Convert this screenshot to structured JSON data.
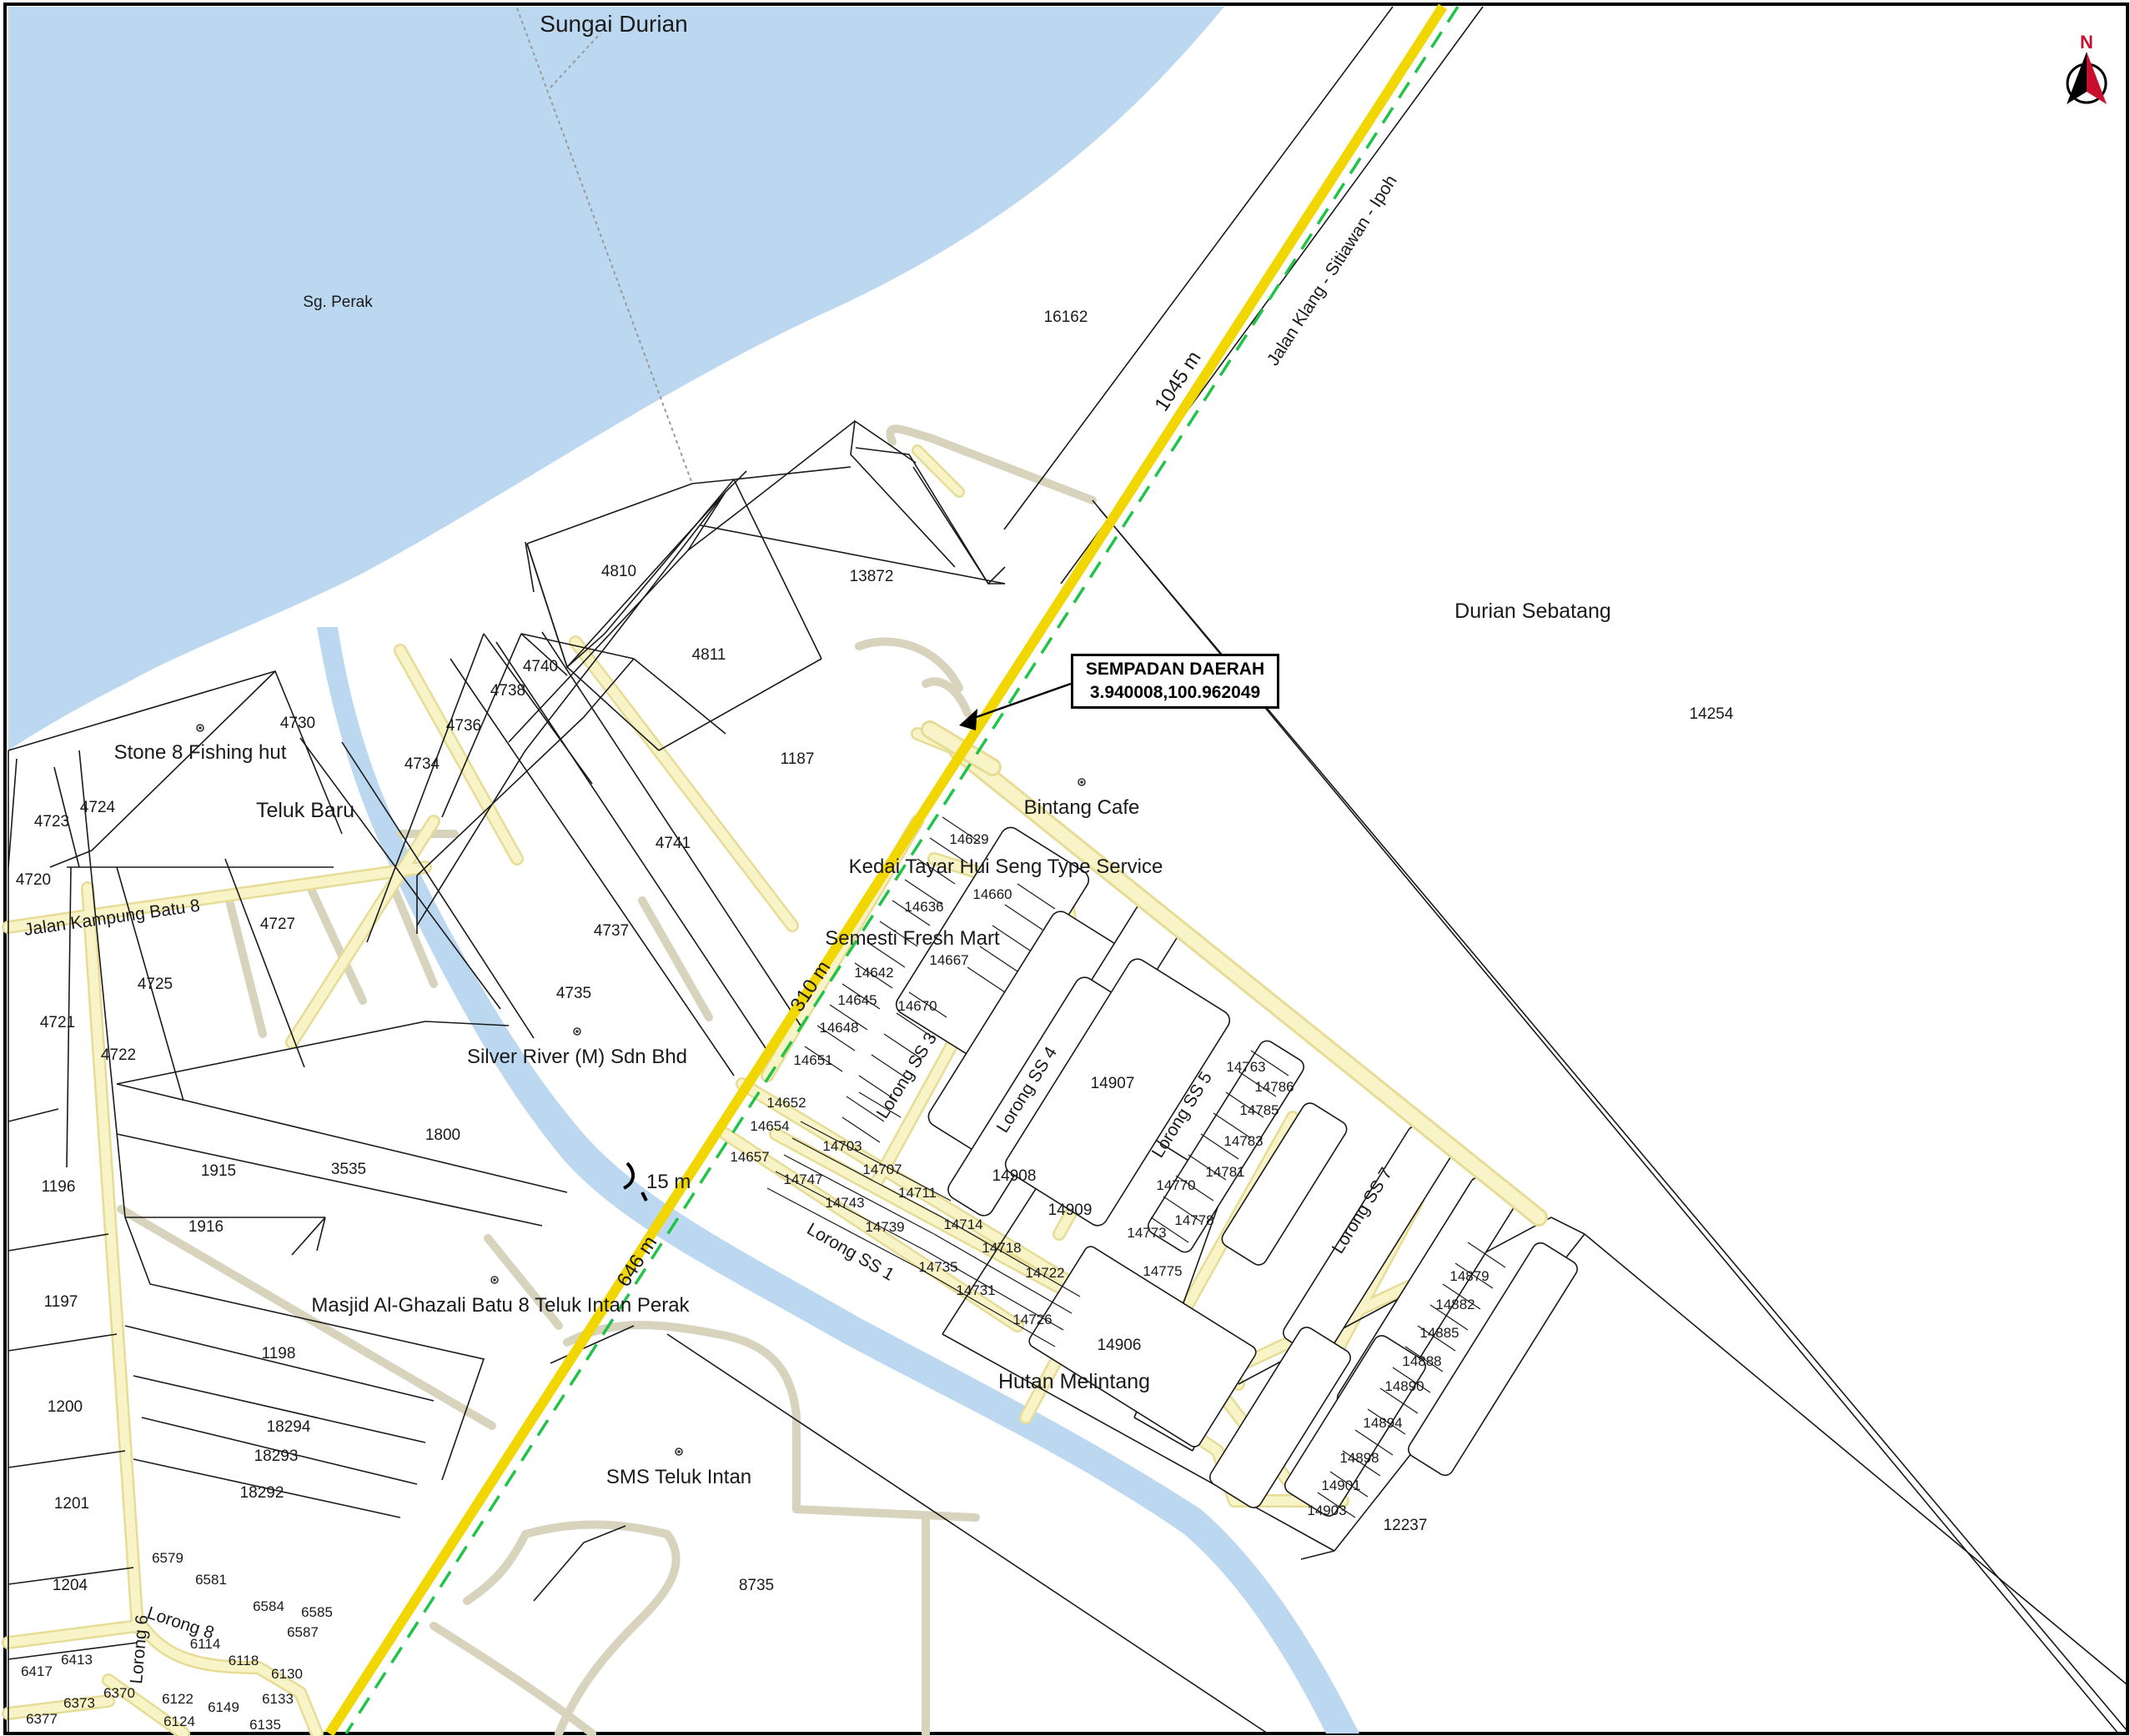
{
  "north": {
    "label": "N"
  },
  "callout": {
    "line1": "SEMPADAN DAERAH",
    "line2": "3.940008,100.962049"
  },
  "water": {
    "top": "Sungai Durian",
    "river": "Sg. Perak"
  },
  "places": {
    "durian_sebatang": "Durian Sebatang",
    "teluk_baru": "Teluk Baru",
    "hutan_melintang": "Hutan Melintang"
  },
  "roads": {
    "main": "Jalan Klang - Sitiawan - Ipoh",
    "kampung": "Jalan Kampung Batu 8",
    "ss1": "Lorong SS 1",
    "ss3": "Lorong SS 3",
    "ss4": "Lorong SS 4",
    "ss5": "Lorong SS 5",
    "ss7": "Lorong SS 7",
    "l6": "Lorong 6",
    "l8": "Lorong 8"
  },
  "distances": {
    "d1045": "1045 m",
    "d310": "310 m",
    "d15": "15 m",
    "d646": "646 m"
  },
  "pois": {
    "fishing": "Stone 8 Fishing hut",
    "bintang": "Bintang Cafe",
    "kedai": "Kedai Tayar Hui Seng Type Service",
    "semesti": "Semesti Fresh Mart",
    "silver": "Silver River (M) Sdn Bhd",
    "masjid": "Masjid Al-Ghazali Batu 8 Teluk Intan Perak",
    "sms": "SMS Teluk Intan"
  },
  "lots": {
    "l16162": "16162",
    "l14254": "14254",
    "l13872": "13872",
    "l4810": "4810",
    "l4811": "4811",
    "l1187": "1187",
    "l4740": "4740",
    "l4738": "4738",
    "l4736": "4736",
    "l4734": "4734",
    "l4730": "4730",
    "l4741": "4741",
    "l4737": "4737",
    "l4735": "4735",
    "l4727": "4727",
    "l4725": "4725",
    "l4723": "4723",
    "l4724": "4724",
    "l4720": "4720",
    "l4721": "4721",
    "l4722": "4722",
    "l1800": "1800",
    "l3535": "3535",
    "l1915": "1915",
    "l1916": "1916",
    "l1196": "1196",
    "l1197": "1197",
    "l1198": "1198",
    "l1200": "1200",
    "l1201": "1201",
    "l1204": "1204",
    "l18294": "18294",
    "l18293": "18293",
    "l18292": "18292",
    "l8735": "8735",
    "l12237": "12237",
    "l14907": "14907",
    "l14906": "14906",
    "l14908": "14908",
    "l14909": "14909",
    "l14629": "14629",
    "l14636": "14636",
    "l14660": "14660",
    "l14667": "14667",
    "l14642": "14642",
    "l14645": "14645",
    "l14648": "14648",
    "l14651": "14651",
    "l14670": "14670",
    "l14652": "14652",
    "l14654": "14654",
    "l14657": "14657",
    "l14703": "14703",
    "l14707": "14707",
    "l14711": "14711",
    "l14747": "14747",
    "l14743": "14743",
    "l14739": "14739",
    "l14714": "14714",
    "l14718": "14718",
    "l14722": "14722",
    "l14735": "14735",
    "l14731": "14731",
    "l14726": "14726",
    "l14763": "14763",
    "l14786": "14786",
    "l14785": "14785",
    "l14783": "14783",
    "l14781": "14781",
    "l14770": "14770",
    "l14778": "14778",
    "l14773": "14773",
    "l14775": "14775",
    "l14879": "14879",
    "l14882": "14882",
    "l14885": "14885",
    "l14888": "14888",
    "l14890": "14890",
    "l14894": "14894",
    "l14898": "14898",
    "l14901": "14901",
    "l14903": "14903",
    "l6579": "6579",
    "l6581": "6581",
    "l6584": "6584",
    "l6585": "6585",
    "l6587": "6587",
    "l6114": "6114",
    "l6118": "6118",
    "l6130": "6130",
    "l6133": "6133",
    "l6135": "6135",
    "l6149": "6149",
    "l6122": "6122",
    "l6124": "6124",
    "l6370": "6370",
    "l6373": "6373",
    "l6377": "6377",
    "l6413": "6413",
    "l6417": "6417"
  },
  "colors": {
    "water": "#bcd8f0",
    "road_fill": "#f9f3c8",
    "road_edge": "#e6dc96",
    "track": "#d7d3bd",
    "highway": "#f2d600",
    "boundary": "#1fc449",
    "north_arrow": "#c8102e"
  }
}
